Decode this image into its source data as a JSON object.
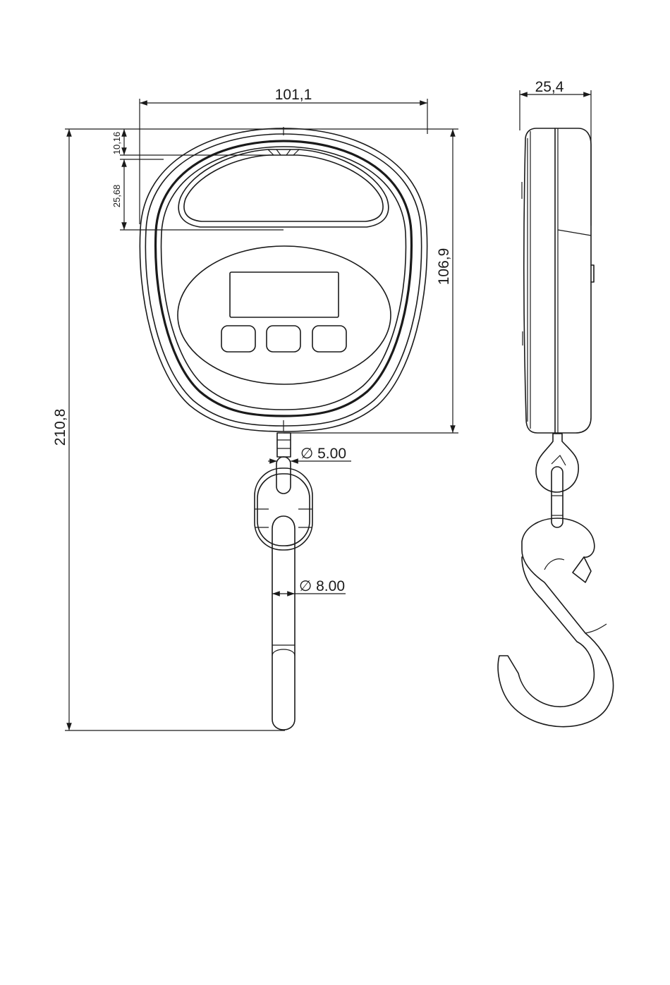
{
  "dimensions": {
    "width_front": "101,1",
    "width_side": "25,4",
    "height_body": "106,9",
    "height_total": "210,8",
    "top_offset": "10,16",
    "handle_height": "25,68",
    "hook_diameter_small": "∅ 5.00",
    "hook_diameter_large": "∅ 8.00"
  }
}
